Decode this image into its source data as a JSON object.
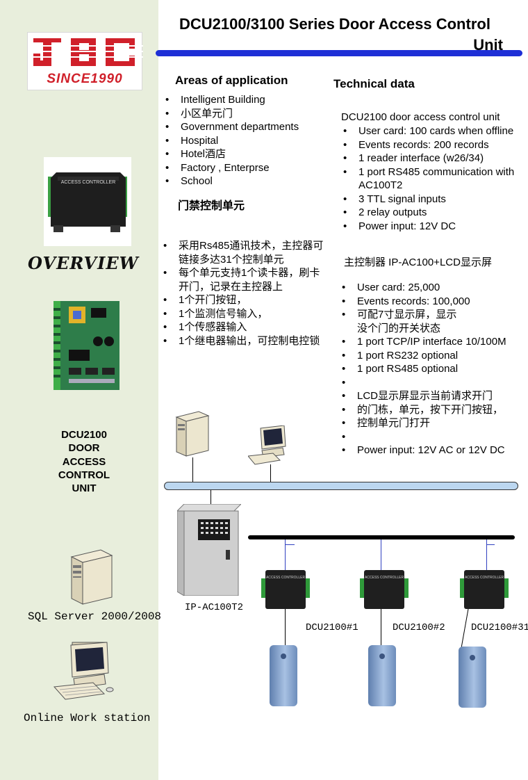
{
  "title": {
    "line1": "DCU2100/3100 Series Door Access Control",
    "line2": "Unit"
  },
  "logo": {
    "brand": "JBC",
    "since": "SINCE1990"
  },
  "overview_label": "OVERVIEW",
  "device_label": [
    "DCU2100",
    "DOOR",
    "ACCESS",
    "CONTROL",
    "UNIT"
  ],
  "areas": {
    "heading": "Areas of application",
    "items": [
      "Intelligent Building",
      " 小区单元门",
      "Government departments",
      "Hospital",
      "Hotel酒店",
      "Factory , Enterprse",
      "School"
    ]
  },
  "unit_cn": {
    "heading": "门禁控制单元",
    "items": [
      "采用Rs485通讯技术，主控器可链接多达31个控制单元",
      "每个单元支持1个读卡器，刷卡开门，记录在主控器上",
      "1个开门按钮，",
      "1个监测信号输入，",
      "1个传感器输入",
      "1个继电器输出，可控制电控锁"
    ]
  },
  "technical": {
    "heading": "Technical data",
    "dcu_intro": "DCU2100 door access control unit",
    "dcu_items": [
      "User card: 100 cards when  offline",
      "Events records: 200 records",
      "1 reader interface (w26/34)",
      "1 port RS485 communication with AC100T2",
      "3 TTL signal inputs",
      "2 relay outputs",
      "Power input:  12V DC"
    ],
    "master_intro": "主控制器  IP-AC100+LCD显示屏",
    "master_items": [
      "User card: 25,000",
      "Events records: 100,000",
      "可配7寸显示屏，显示没个门的开关状态",
      "1 port TCP/IP interface 10/100M",
      "1 port RS232 optional",
      "1 port RS485 optional",
      "",
      "LCD显示屏显示当前请求开门",
      "的门栋，单元，按下开门按钮，",
      "控制单元门打开",
      "",
      "Power input: 12V AC or 12V DC"
    ]
  },
  "diagram": {
    "main_controller": "IP-AC100T2",
    "units": [
      "DCU2100#1",
      "DCU2100#2",
      "DCU2100#31"
    ],
    "controller_text": "ACCESS CONTROLLER"
  },
  "sidebar_labels": {
    "sql": "SQL Server 2000/2008",
    "workstation": "Online Work station"
  }
}
